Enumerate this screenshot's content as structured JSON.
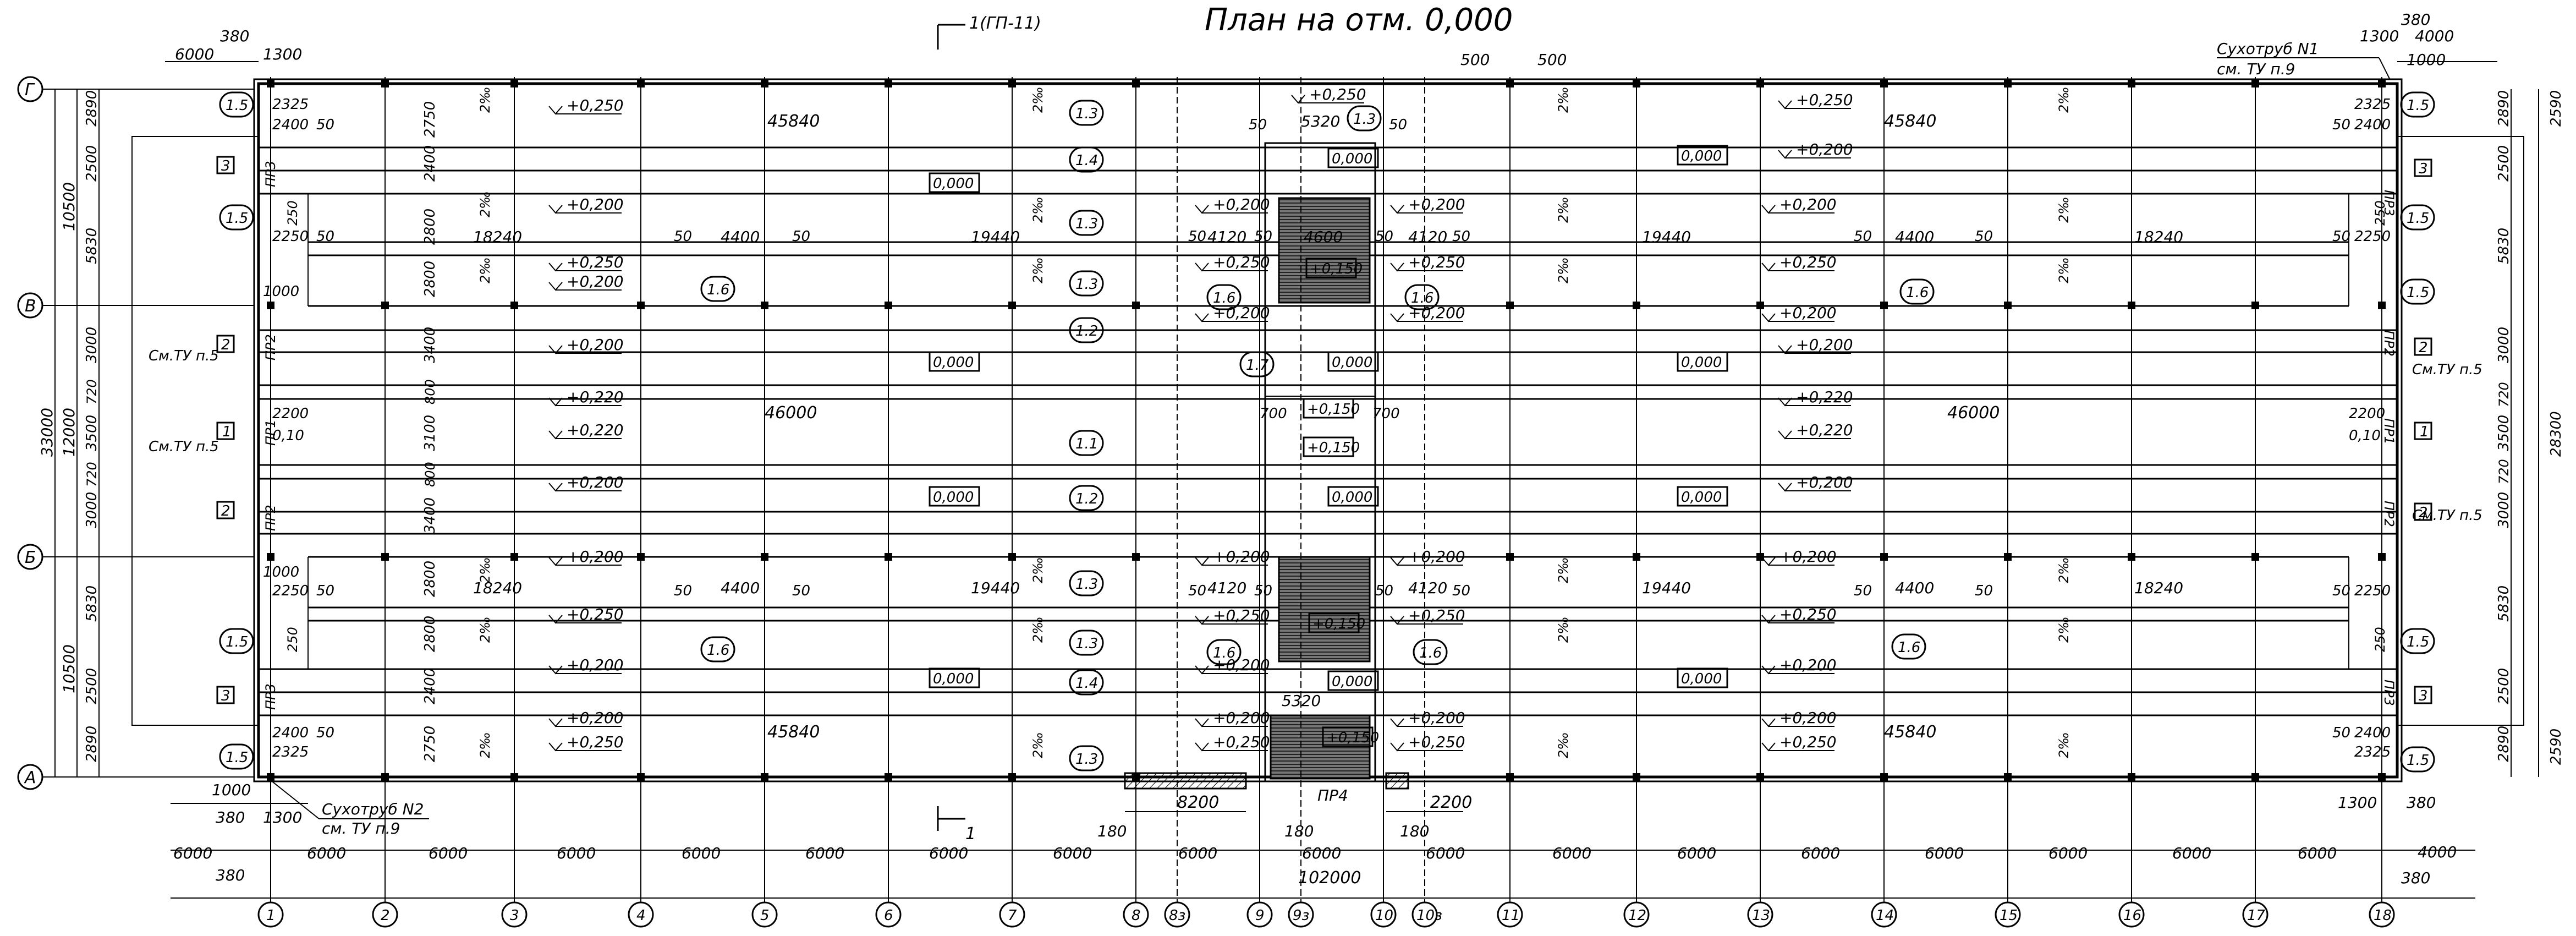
{
  "title": "План на отм. 0,000",
  "section_mark_top": "1(ГП-11)",
  "section_mark_bottom": "1",
  "notes": {
    "drypipe_n1": "Сухотруб N1",
    "drypipe_n1_ref": "см. ТУ п.9",
    "drypipe_n2": "Сухотруб N2",
    "drypipe_n2_ref": "см. ТУ п.9",
    "tu5": "См.ТУ п.5"
  },
  "axes_letters": [
    "Г",
    "В",
    "Б",
    "А"
  ],
  "axes_numbers": [
    "1",
    "2",
    "3",
    "4",
    "5",
    "6",
    "7",
    "8",
    "8з",
    "9",
    "9з",
    "10",
    "10з",
    "11",
    "12",
    "13",
    "14",
    "15",
    "16",
    "17",
    "18"
  ],
  "dims": {
    "bay": "6000",
    "total": "102000",
    "d380": "380",
    "d1300": "1300",
    "d4000": "4000",
    "d1000": "1000",
    "d500": "500",
    "d8200": "8200",
    "d180": "180",
    "d2200": "2200",
    "d5320": "5320",
    "d4600": "4600",
    "d4120": "4120",
    "d4400": "4400",
    "d18240": "18240",
    "d19440": "19440",
    "d45840": "45840",
    "d46000": "46000",
    "d2325": "2325",
    "d2400": "2400",
    "d2250": "2250",
    "d50": "50",
    "d250": "250",
    "d700": "700",
    "d2750": "2750",
    "d2800": "2800",
    "d3400": "3400",
    "d3100": "3100",
    "d800": "800",
    "d1000v": "1000",
    "left_v": [
      "2890",
      "2500",
      "5830",
      "3000",
      "720",
      "3500",
      "720",
      "3000",
      "5830",
      "2500",
      "2890"
    ],
    "left_big": [
      "10500",
      "12000",
      "10500",
      "33000"
    ],
    "right_v": [
      "2890",
      "2500",
      "5830",
      "3000",
      "720",
      "3500",
      "720",
      "3000",
      "5830",
      "2500",
      "2890"
    ],
    "right_big": [
      "2590",
      "28300",
      "2590"
    ],
    "d010": "0,10"
  },
  "levels": {
    "p0250": "+0,250",
    "p0200": "+0,200",
    "p0220": "+0,220",
    "z0000": "0,000",
    "p0150": "+0,150"
  },
  "slope": "2‰",
  "zones": [
    "1.1",
    "1.2",
    "1.3",
    "1.4",
    "1.5",
    "1.6",
    "1.7"
  ],
  "ramps": [
    "ПР1",
    "ПР2",
    "ПР3",
    "ПР4"
  ],
  "ramp_tags": [
    "1",
    "2",
    "3"
  ]
}
